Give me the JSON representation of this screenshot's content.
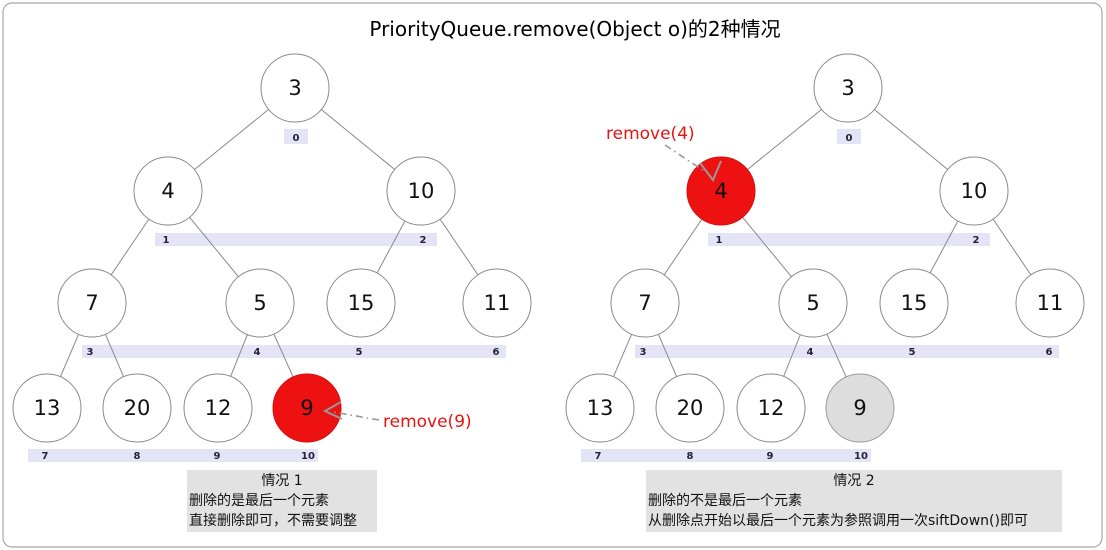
{
  "title": "PriorityQueue.remove(Object o)的2种情况",
  "heap": {
    "left_values": [
      "3",
      "4",
      "10",
      "7",
      "5",
      "15",
      "11",
      "13",
      "20",
      "12",
      "9"
    ],
    "right_values": [
      "3",
      "4",
      "10",
      "7",
      "5",
      "15",
      "11",
      "13",
      "20",
      "12",
      "9"
    ],
    "indices": [
      "0",
      "1",
      "2",
      "3",
      "4",
      "5",
      "6",
      "7",
      "8",
      "9",
      "10"
    ]
  },
  "annotations": {
    "left_remove": "remove(9)",
    "right_remove": "remove(4)"
  },
  "captions": {
    "left": {
      "title": "情况 1",
      "line1": "删除的是最后一个元素",
      "line2": "直接删除即可，不需要调整"
    },
    "right": {
      "title": "情况 2",
      "line1": "删除的不是最后一个元素",
      "line2": "从删除点开始以最后一个元素为参照调用一次siftDown()即可"
    }
  },
  "colors": {
    "highlight_red": "#ed1111",
    "removed_gray": "#dddddd",
    "index_bar": "#e4e4f7",
    "caption_bg": "#e2e2e2",
    "annotation_red": "#e81212"
  }
}
